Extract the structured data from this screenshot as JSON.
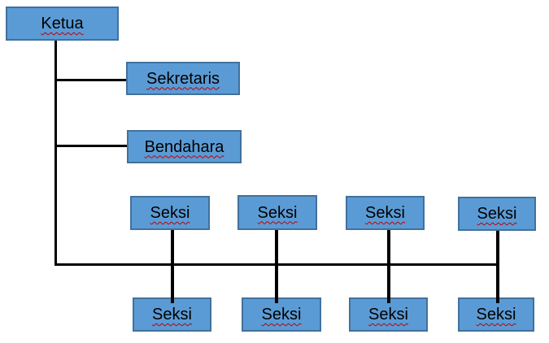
{
  "style": {
    "box_fill": "#5B9BD5",
    "box_border": "#41719C",
    "connector_color": "#000000",
    "spellcheck_underline": "#C00000",
    "text_color": "#000000",
    "background": "#FFFFFF"
  },
  "diagram": {
    "type": "org-chart",
    "root": "Ketua",
    "children_of_root": [
      "Sekretaris",
      "Bendahara",
      "Seksi",
      "Seksi",
      "Seksi",
      "Seksi",
      "Seksi",
      "Seksi",
      "Seksi",
      "Seksi"
    ]
  },
  "nodes": {
    "ketua": {
      "label": "Ketua"
    },
    "sekretaris": {
      "label": "Sekretaris"
    },
    "bendahara": {
      "label": "Bendahara"
    },
    "seksi_top": [
      {
        "label": "Seksi"
      },
      {
        "label": "Seksi"
      },
      {
        "label": "Seksi"
      },
      {
        "label": "Seksi"
      }
    ],
    "seksi_bottom": [
      {
        "label": "Seksi"
      },
      {
        "label": "Seksi"
      },
      {
        "label": "Seksi"
      },
      {
        "label": "Seksi"
      }
    ]
  }
}
